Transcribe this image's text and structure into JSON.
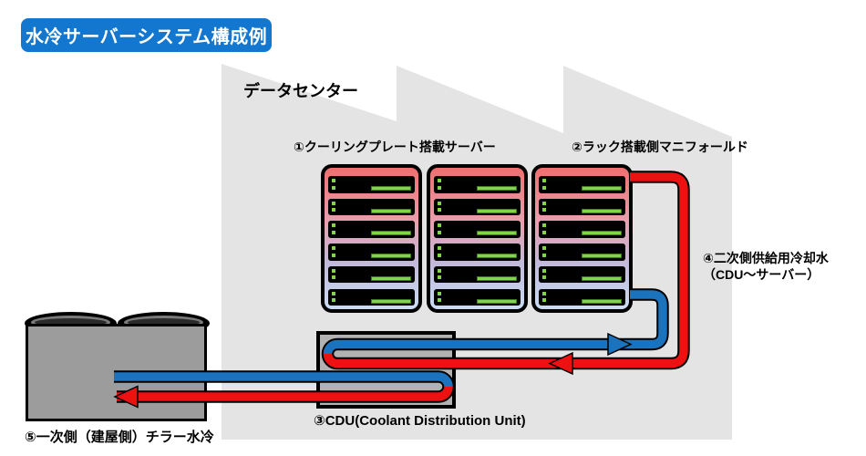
{
  "title": "水冷サーバーシステム構成例",
  "datacenter": {
    "label": "データセンター"
  },
  "labels": {
    "cooling_plate_server": "①クーリングプレート搭載サーバー",
    "rack_manifold": "②ラック搭載側マニフォールド",
    "cdu": "③CDU(Coolant Distribution Unit)",
    "secondary_coolant_line1": "④二次側供給用冷却水",
    "secondary_coolant_line2": "（CDU〜サーバー）",
    "primary_chiller": "⑤一次側（建屋側）チラー水冷"
  },
  "racks": {
    "count": 3,
    "servers_per_rack": 6
  },
  "colors": {
    "banner_blue": "#1477cf",
    "pipe_blue": "#1b73bd",
    "pipe_red": "#ee1111",
    "green": "#84d34c",
    "building_gray": "#e4e4e4",
    "chiller_gray": "#9c9c9c",
    "cdu_gray": "#b2b2b2",
    "rack_top": "#ef6f6f",
    "rack_pink": "#e89fae",
    "rack_lavender": "#c2bada",
    "rack_bottom": "#cadcf4"
  }
}
